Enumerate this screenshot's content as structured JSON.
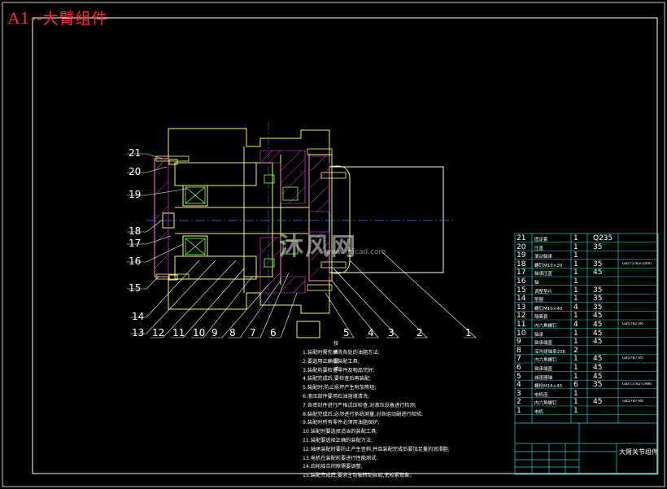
{
  "title": "A1--大臂组件",
  "part_numbers": [
    "21",
    "20",
    "19",
    "18",
    "17",
    "16",
    "15",
    "14",
    "13",
    "12",
    "11",
    "10",
    "9",
    "8",
    "7",
    "6",
    "5",
    "4",
    "3",
    "2",
    "1"
  ],
  "notes": {
    "heading": "技术要求",
    "items": [
      "1.装配时需先擦洗各处的油脂方法;",
      "2.要选用正确的装配工具;",
      "3.装配前要检查零件及物品完好;",
      "4.装配完成后,要检查后再装配;",
      "5.装配时,防止损坏产生附加等短;",
      "6.液压部件要用石油溶液清洗;",
      "7.各密封件进行严格试压检查,对液压设备进行检测;",
      "8.装配完成后,必须进行系统测量,对各运动副进行检验;",
      "9.装配时所有零件必须用油脂保护;",
      "10.装配时要选择适当的装配工具;",
      "11.装配要选择正确的装配方法;",
      "12.轴承装配时要防止产生歪斜,并且装配完成后要加足量的润滑脂;",
      "13.电机在装配前要进行性能测试;",
      "14.齿轮啮合间隙需要调整;",
      "15.装配完成后,要求主动轴转动自如,无咬紧现象。"
    ]
  },
  "bom": [
    {
      "no": "21",
      "name": "固定套",
      "qty": "1",
      "mat": "Q235",
      "std": ""
    },
    {
      "no": "20",
      "name": "压盖",
      "qty": "1",
      "mat": "35",
      "std": ""
    },
    {
      "no": "19",
      "name": "滚动轴承",
      "qty": "1",
      "mat": "",
      "std": ""
    },
    {
      "no": "18",
      "name": "螺钉M10×20",
      "qty": "1",
      "mat": "35",
      "std": "GB/T5783-2000"
    },
    {
      "no": "17",
      "name": "轴承压盖",
      "qty": "1",
      "mat": "45",
      "std": ""
    },
    {
      "no": "16",
      "name": "轴",
      "qty": "1",
      "mat": "",
      "std": ""
    },
    {
      "no": "15",
      "name": "调整垫片",
      "qty": "1",
      "mat": "35",
      "std": ""
    },
    {
      "no": "14",
      "name": "垫圈",
      "qty": "1",
      "mat": "35",
      "std": ""
    },
    {
      "no": "13",
      "name": "螺钉M10×40",
      "qty": "4",
      "mat": "35",
      "std": ""
    },
    {
      "no": "12",
      "name": "隔离套",
      "qty": "1",
      "mat": "45",
      "std": ""
    },
    {
      "no": "11",
      "name": "内六角螺钉",
      "qty": "4",
      "mat": "45",
      "std": "GB5782-86"
    },
    {
      "no": "10",
      "name": "轴承",
      "qty": "1",
      "mat": "45",
      "std": ""
    },
    {
      "no": "9",
      "name": "轴承端盖",
      "qty": "1",
      "mat": "45",
      "std": ""
    },
    {
      "no": "8",
      "name": "深沟球轴承208",
      "qty": "2",
      "mat": "",
      "std": ""
    },
    {
      "no": "7",
      "name": "内六角螺钉",
      "qty": "1",
      "mat": "45",
      "std": "GB5787-85"
    },
    {
      "no": "6",
      "name": "轴承端盖",
      "qty": "1",
      "mat": "45",
      "std": ""
    },
    {
      "no": "5",
      "name": "减速器轴",
      "qty": "1",
      "mat": "45",
      "std": ""
    },
    {
      "no": "4",
      "name": "螺栓M16×45",
      "qty": "6",
      "mat": "35",
      "std": "GB/T5782-1986"
    },
    {
      "no": "3",
      "name": "电机座",
      "qty": "1",
      "mat": "",
      "std": ""
    },
    {
      "no": "2",
      "name": "内六角螺钉",
      "qty": "1",
      "mat": "45",
      "std": "GB5787-86"
    },
    {
      "no": "1",
      "name": "电机",
      "qty": "1",
      "mat": "",
      "std": ""
    }
  ],
  "title_block": {
    "name": "大臂关节组件"
  },
  "watermark": {
    "brand": "沐风网",
    "url": "www.mfcad.com"
  },
  "colors": {
    "background": "#000000",
    "title": "#ff2a2a",
    "outline": "#f5f57a",
    "section": "#ffee33",
    "hatch": "#ff40ff",
    "table": "#20d0d0",
    "center": "#5577ff"
  }
}
